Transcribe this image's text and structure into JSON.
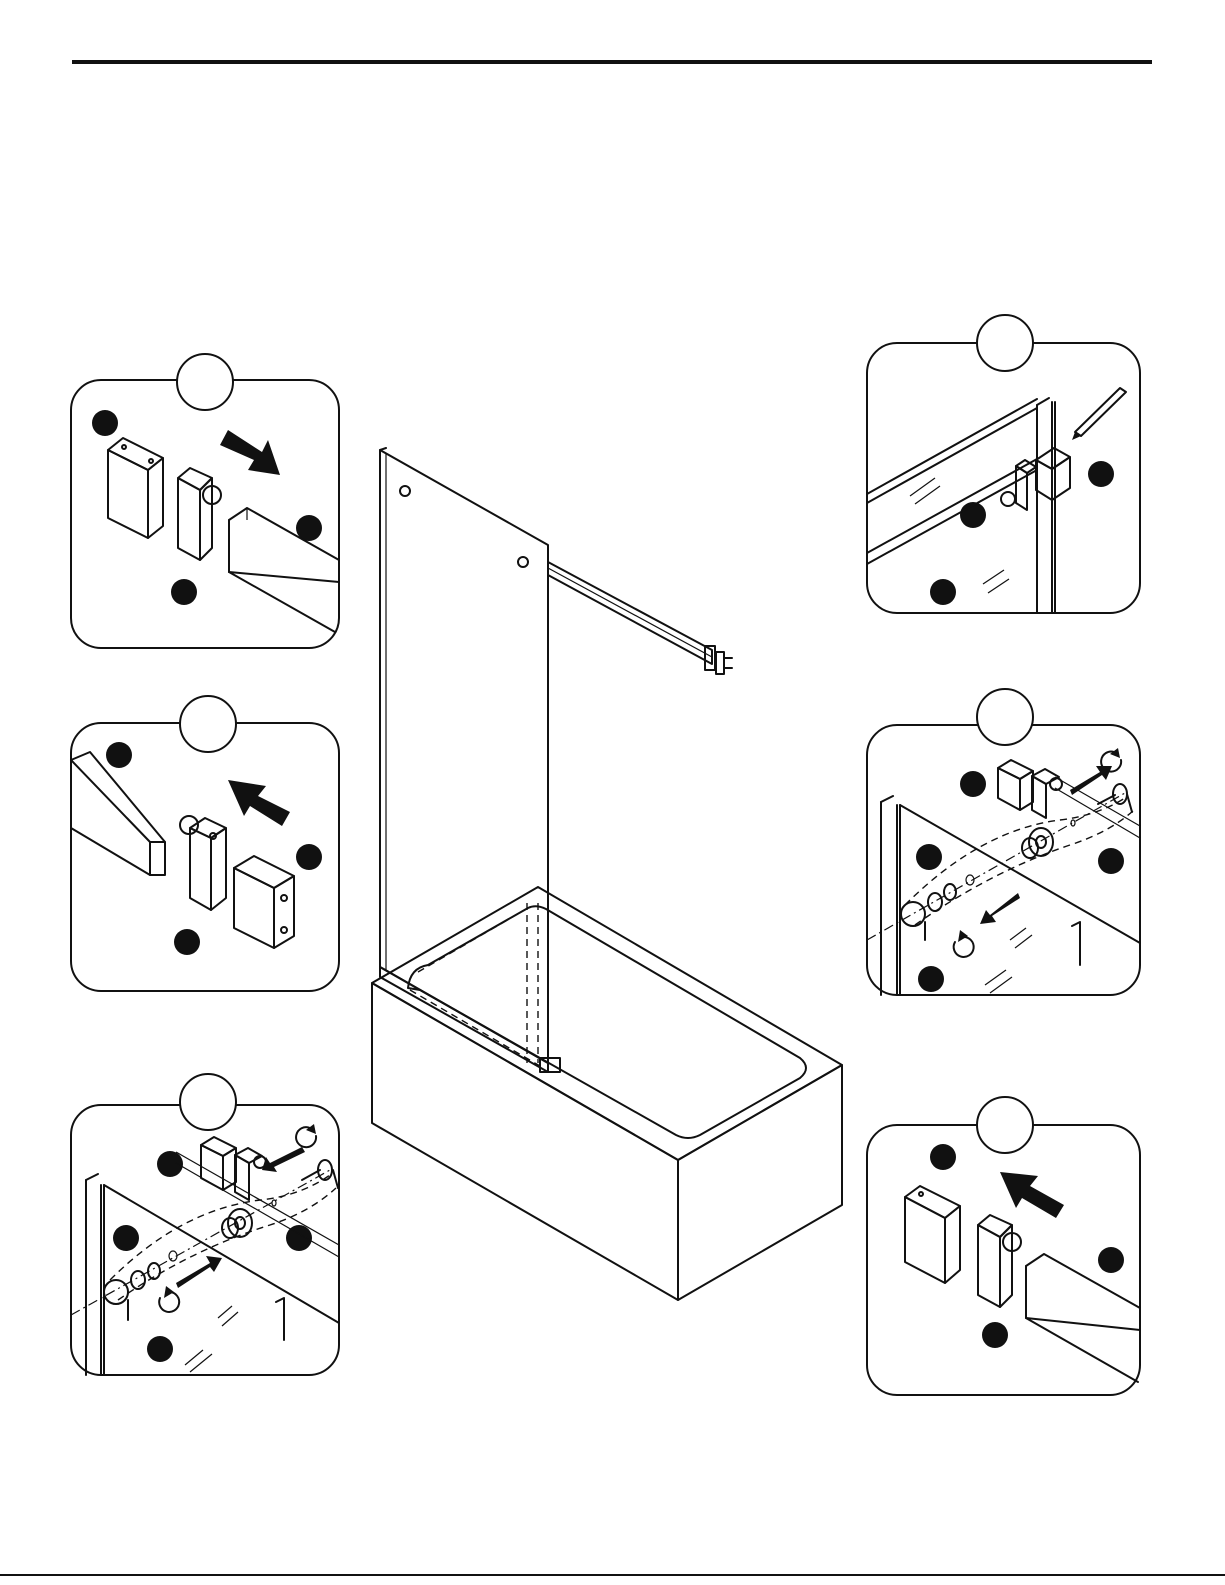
{
  "document": {
    "type": "assembly-instruction-page",
    "icons": [
      "arrow-icon",
      "rotate-icon",
      "pencil-icon",
      "hex-key-icon"
    ]
  },
  "main_illustration": {
    "subject": "shower-glass-panel-on-bathtub"
  },
  "detail_panels": [
    {
      "id": "left-top"
    },
    {
      "id": "left-middle"
    },
    {
      "id": "left-bottom"
    },
    {
      "id": "right-top"
    },
    {
      "id": "right-middle"
    },
    {
      "id": "right-bottom"
    }
  ]
}
